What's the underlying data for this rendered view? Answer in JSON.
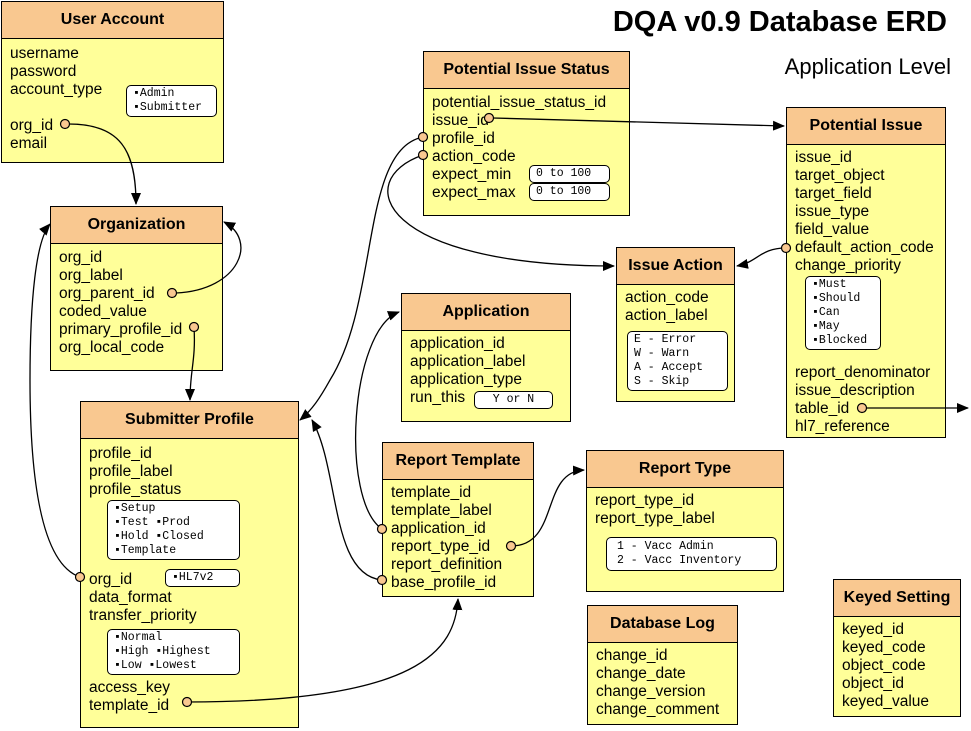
{
  "title": "DQA v0.9 Database ERD",
  "subtitle": "Application Level",
  "entities": {
    "user_account": {
      "name": "User Account",
      "fields": [
        "username",
        "password",
        "account_type",
        "org_id",
        "email"
      ],
      "note": [
        "▪Admin",
        "▪Submitter"
      ]
    },
    "organization": {
      "name": "Organization",
      "fields": [
        "org_id",
        "org_label",
        "org_parent_id",
        "coded_value",
        "primary_profile_id",
        "org_local_code"
      ]
    },
    "submitter_profile": {
      "name": "Submitter Profile",
      "fields": [
        "profile_id",
        "profile_label",
        "profile_status",
        "org_id",
        "data_format",
        "transfer_priority",
        "access_key",
        "template_id"
      ],
      "status_note": [
        "▪Setup",
        "▪Test ▪Prod",
        "▪Hold ▪Closed",
        "▪Template"
      ],
      "format_note": [
        "▪HL7v2"
      ],
      "priority_note": [
        "▪Normal",
        "▪High ▪Highest",
        "▪Low ▪Lowest"
      ]
    },
    "potential_issue_status": {
      "name": "Potential Issue Status",
      "fields": [
        "potential_issue_status_id",
        "issue_id",
        "profile_id",
        "action_code",
        "expect_min",
        "expect_max"
      ],
      "min_note": [
        "0 to 100"
      ],
      "max_note": [
        "0 to 100"
      ]
    },
    "potential_issue": {
      "name": "Potential Issue",
      "fields": [
        "issue_id",
        "target_object",
        "target_field",
        "issue_type",
        "field_value",
        "default_action_code",
        "change_priority",
        "report_denominator",
        "issue_description",
        "table_id",
        "hl7_reference"
      ],
      "priority_note": [
        "▪Must",
        "▪Should",
        "▪Can",
        "▪May",
        "▪Blocked"
      ]
    },
    "application": {
      "name": "Application",
      "fields": [
        "application_id",
        "application_label",
        "application_type",
        "run_this"
      ],
      "run_note": [
        "Y or N"
      ]
    },
    "issue_action": {
      "name": "Issue Action",
      "fields": [
        "action_code",
        "action_label"
      ],
      "note": [
        "E - Error",
        "W - Warn",
        "A - Accept",
        "S - Skip"
      ]
    },
    "report_template": {
      "name": "Report Template",
      "fields": [
        "template_id",
        "template_label",
        "application_id",
        "report_type_id",
        "report_definition",
        "base_profile_id"
      ]
    },
    "report_type": {
      "name": "Report Type",
      "fields": [
        "report_type_id",
        "report_type_label"
      ],
      "note": [
        "1 - Vacc Admin",
        "2 - Vacc Inventory"
      ]
    },
    "database_log": {
      "name": "Database Log",
      "fields": [
        "change_id",
        "change_date",
        "change_version",
        "change_comment"
      ]
    },
    "keyed_setting": {
      "name": "Keyed Setting",
      "fields": [
        "keyed_id",
        "keyed_code",
        "object_code",
        "object_id",
        "keyed_value"
      ]
    }
  },
  "colors": {
    "header": "#f9c890",
    "body": "#ffff99",
    "line": "#000000"
  }
}
